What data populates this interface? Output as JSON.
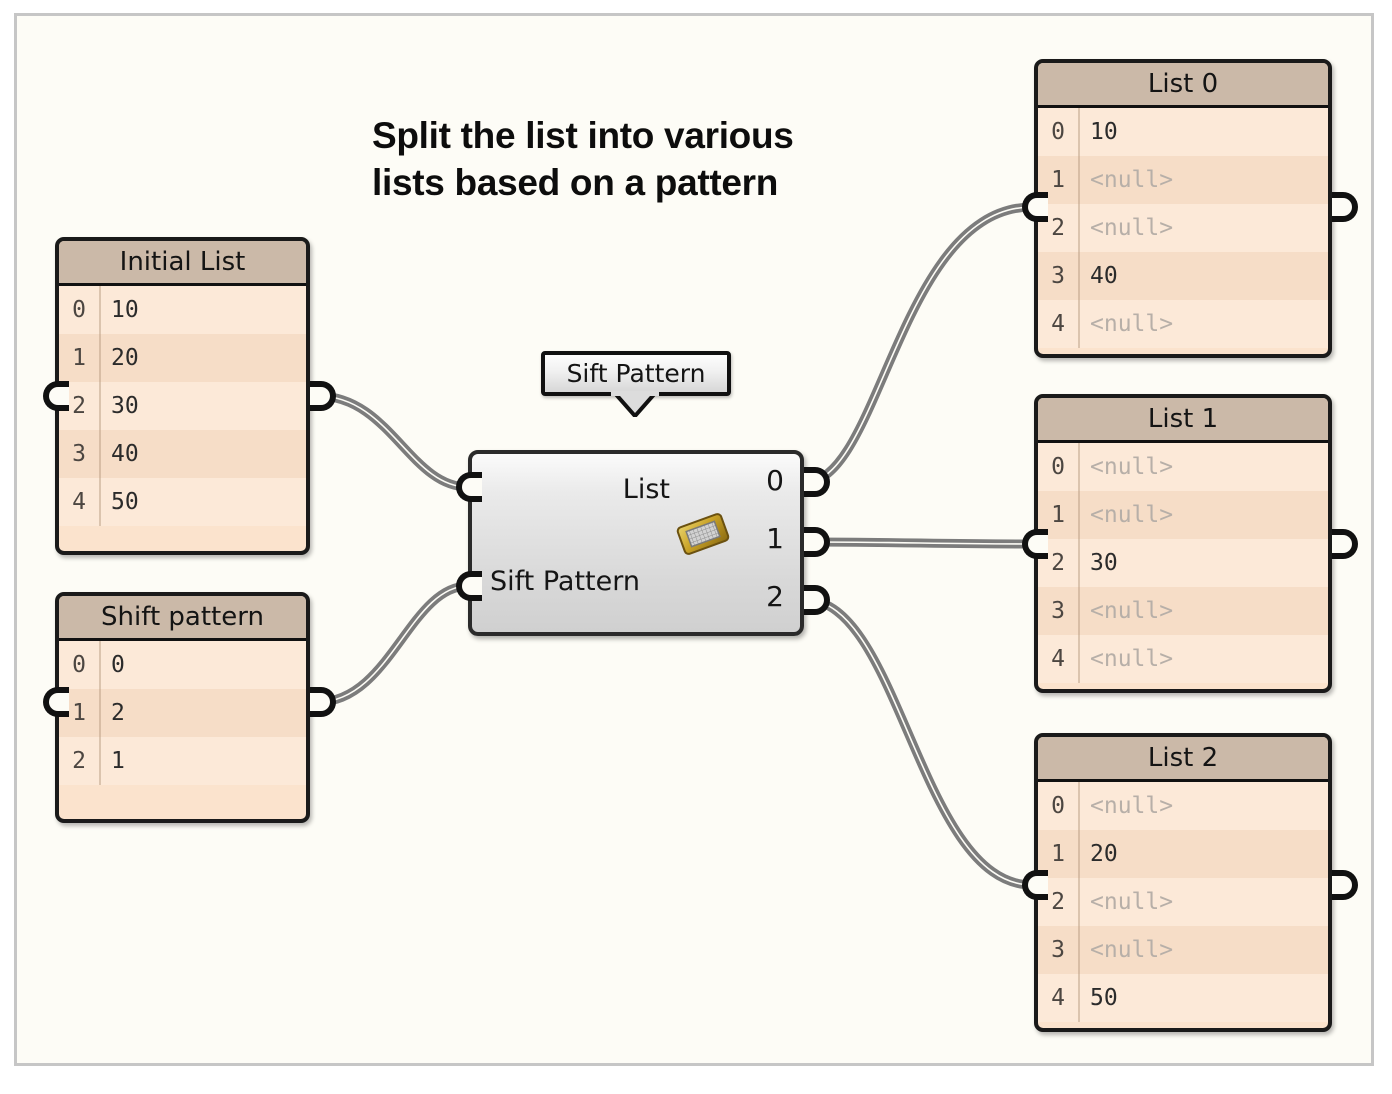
{
  "canvas": {
    "background_color": "#fdfcf6",
    "border_color": "#c6c6c6"
  },
  "title": {
    "line1": "Split the list into various",
    "line2": "lists based on a pattern"
  },
  "callout": {
    "label": "Sift Pattern"
  },
  "sift_node": {
    "inputs": [
      {
        "label": "List"
      },
      {
        "label": "Sift Pattern"
      }
    ],
    "outputs": [
      {
        "label": "0"
      },
      {
        "label": "1"
      },
      {
        "label": "2"
      }
    ],
    "icon": "sift-pattern-icon",
    "icon_colors": {
      "frame": "#c9a227",
      "mesh": "#c9c9c9"
    }
  },
  "nodes": {
    "initial_list": {
      "title": "Initial List",
      "rows": [
        {
          "index": "0",
          "value": "10",
          "null": false
        },
        {
          "index": "1",
          "value": "20",
          "null": false
        },
        {
          "index": "2",
          "value": "30",
          "null": false
        },
        {
          "index": "3",
          "value": "40",
          "null": false
        },
        {
          "index": "4",
          "value": "50",
          "null": false
        }
      ]
    },
    "shift_pattern": {
      "title": "Shift pattern",
      "rows": [
        {
          "index": "0",
          "value": "0",
          "null": false
        },
        {
          "index": "1",
          "value": "2",
          "null": false
        },
        {
          "index": "2",
          "value": "1",
          "null": false
        }
      ]
    },
    "list_0": {
      "title": "List 0",
      "rows": [
        {
          "index": "0",
          "value": "10",
          "null": false
        },
        {
          "index": "1",
          "value": "<null>",
          "null": true
        },
        {
          "index": "2",
          "value": "<null>",
          "null": true
        },
        {
          "index": "3",
          "value": "40",
          "null": false
        },
        {
          "index": "4",
          "value": "<null>",
          "null": true
        }
      ]
    },
    "list_1": {
      "title": "List 1",
      "rows": [
        {
          "index": "0",
          "value": "<null>",
          "null": true
        },
        {
          "index": "1",
          "value": "<null>",
          "null": true
        },
        {
          "index": "2",
          "value": "30",
          "null": false
        },
        {
          "index": "3",
          "value": "<null>",
          "null": true
        },
        {
          "index": "4",
          "value": "<null>",
          "null": true
        }
      ]
    },
    "list_2": {
      "title": "List 2",
      "rows": [
        {
          "index": "0",
          "value": "<null>",
          "null": true
        },
        {
          "index": "1",
          "value": "20",
          "null": false
        },
        {
          "index": "2",
          "value": "<null>",
          "null": true
        },
        {
          "index": "3",
          "value": "<null>",
          "null": true
        },
        {
          "index": "4",
          "value": "50",
          "null": false
        }
      ]
    }
  },
  "wire_color": "#7c7c7c"
}
